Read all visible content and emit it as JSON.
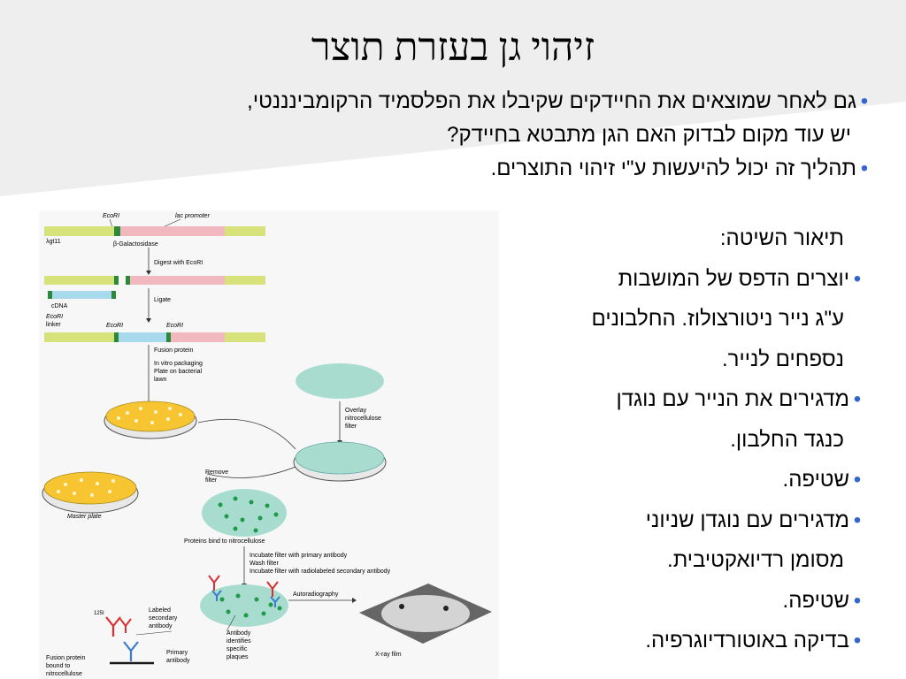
{
  "title": "זיהוי גן בעזרת תוצר",
  "intro": [
    {
      "bullet": true,
      "text": "גם לאחר שמוצאים את החיידקים שקיבלו את הפלסמיד הרקומבינננטי,"
    },
    {
      "bullet": false,
      "text": "יש עוד מקום לבדוק האם הגן מתבטא בחיידק?"
    },
    {
      "bullet": true,
      "text": "תהליך זה יכול להיעשות ע\"י זיהוי התוצרים."
    }
  ],
  "method": {
    "heading": "תיאור השיטה:",
    "lines": [
      {
        "bullet": true,
        "text": "יוצרים הדפס של המושבות"
      },
      {
        "bullet": false,
        "text": "ע\"ג נייר ניטורצולוז. החלבונים"
      },
      {
        "bullet": false,
        "text": "נספחים לנייר."
      },
      {
        "bullet": true,
        "text": "מדגירים את הנייר עם נוגדן"
      },
      {
        "bullet": false,
        "text": "כנגד החלבון."
      },
      {
        "bullet": true,
        "text": "שטיפה."
      },
      {
        "bullet": true,
        "text": "מדגירים עם נוגדן שניוני"
      },
      {
        "bullet": false,
        "text": "מסומן רדיואקטיבית."
      },
      {
        "bullet": true,
        "text": "שטיפה."
      },
      {
        "bullet": true,
        "text": "בדיקה באוטורדיוגרפיה."
      }
    ]
  },
  "diagram": {
    "ecori": "EcoRI",
    "lac_promoter": "lac promoter",
    "lambda": "λgt11",
    "beta_gal": "β-Galactosidase",
    "digest": "Digest with EcoRI",
    "cdna": "cDNA",
    "ligate": "Ligate",
    "ecori_linker_1": "EcoRI",
    "ecori_linker_2": "linker",
    "fusion_protein": "Fusion protein",
    "packaging_1": "In vitro packaging",
    "packaging_2": "Plate on bacterial",
    "packaging_3": "lawn",
    "overlay_1": "Overlay",
    "overlay_2": "nitrocellulose",
    "overlay_3": "filter",
    "remove_1": "Remove",
    "remove_2": "filter",
    "master_plate": "Master plate",
    "proteins_bind": "Proteins bind to nitrocellulose",
    "incubate_1": "Incubate filter with primary antibody",
    "incubate_2": "Wash filter",
    "incubate_3": "Incubate filter with radiolabeled secondary antibody",
    "autoradiography": "Autoradiography",
    "xray_film": "X-ray film",
    "i125": "125I",
    "labeled_1": "Labeled",
    "labeled_2": "secondary",
    "labeled_3": "antibody",
    "primary_1": "Primary",
    "primary_2": "antibody",
    "antibody_1": "Antibody",
    "antibody_2": "identifies",
    "antibody_3": "specific",
    "antibody_4": "plaques",
    "fusion_bound_1": "Fusion protein",
    "fusion_bound_2": "bound to",
    "fusion_bound_3": "nitrocellulose"
  },
  "colors": {
    "bullet": "#3366cc",
    "vector_dna": "#d8e27a",
    "lac_region": "#f2b8bf",
    "ecori_site": "#2a8a3a",
    "cdna": "#a9d9ec",
    "plate_yellow": "#f7c531",
    "filter_teal": "#a8dccf",
    "spot_green": "#1f9a4a"
  }
}
